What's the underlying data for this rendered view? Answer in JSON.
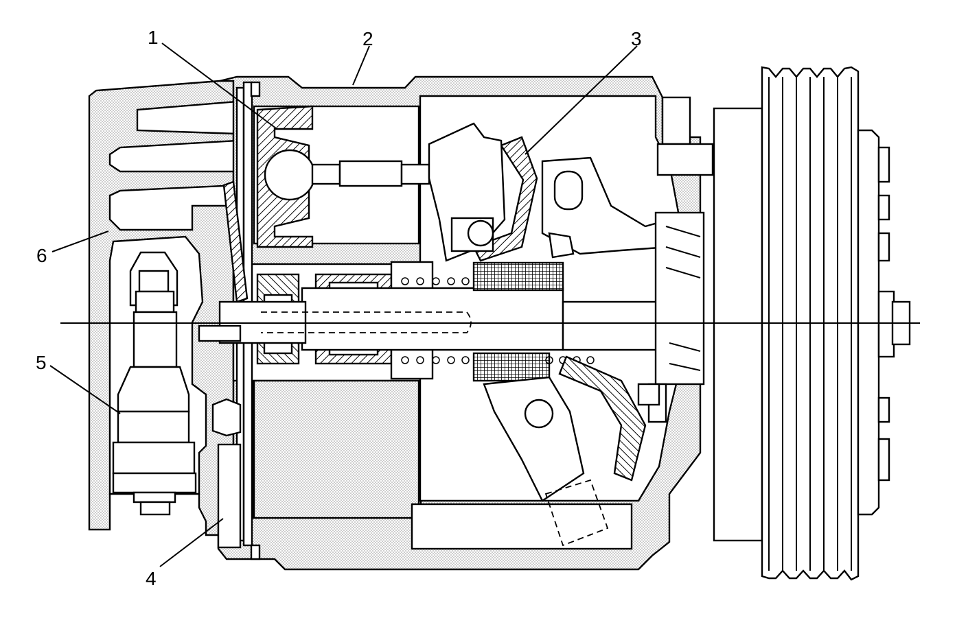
{
  "callouts": [
    {
      "label": "1"
    },
    {
      "label": "2"
    },
    {
      "label": "3"
    },
    {
      "label": "4"
    },
    {
      "label": "5"
    },
    {
      "label": "6"
    }
  ],
  "colors": {
    "line": "#000000",
    "stipple": "#8c8c8c",
    "background": "#ffffff"
  }
}
